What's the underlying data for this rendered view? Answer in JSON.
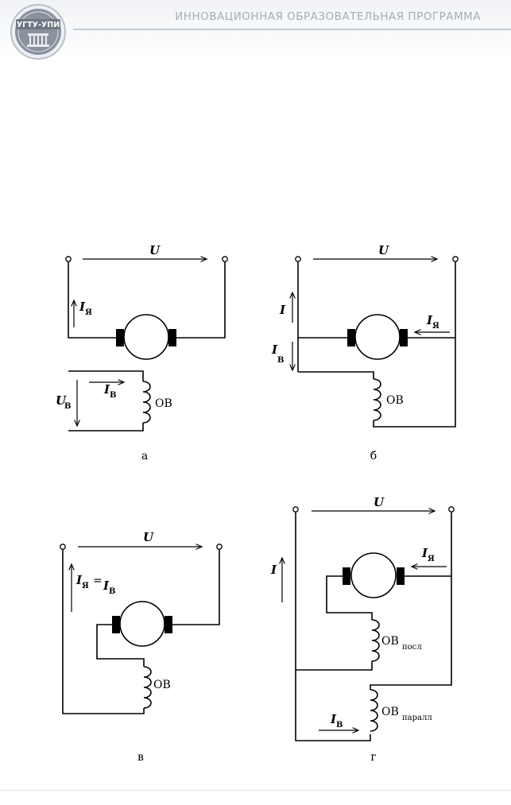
{
  "header": {
    "program_title": "ИННОВАЦИОННАЯ  ОБРАЗОВАТЕЛЬНАЯ  ПРОГРАММА",
    "logo_text": "УГТУ-УПИ"
  },
  "labels": {
    "voltage": "U",
    "current": "I",
    "current_armature_sub": "Я",
    "current_field_sub": "В",
    "field_voltage_sub": "В",
    "field_winding": "ОВ",
    "field_winding_series_sub": "посл",
    "field_winding_parallel_sub": "паралл",
    "equals": "="
  },
  "captions": {
    "a": "а",
    "b": "б",
    "v": "в",
    "g": "г"
  }
}
